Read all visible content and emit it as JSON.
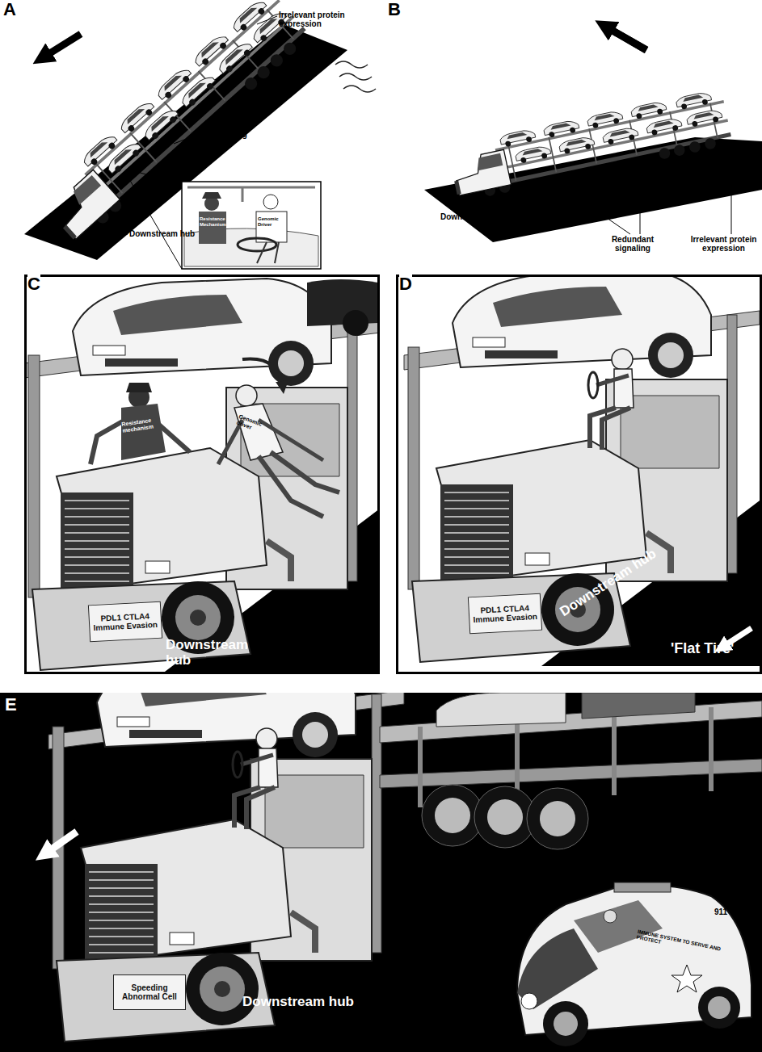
{
  "diagram": {
    "nodes": [
      {
        "text": [
          "PDL1 CTLA4 Immune Evasion"
        ]
      },
      {
        "text": [
          "PDL1 CTLA4 Immune Evasion"
        ]
      },
      {
        "text": [
          "Speeding Abnormal Cell"
        ]
      }
    ],
    "labels": [
      "A",
      "Irrelevant protein expression",
      "Redundant signaling",
      "Downstream hub",
      "Resistance Mechanism",
      "Genomic Driver",
      "B",
      "Downstream hub",
      "Redundant signaling",
      "Irrelevant protein expression",
      "C",
      "Resistance mechanism",
      "Genomic driver",
      "Downstream hub",
      "D",
      "Downstream hub",
      "'Flat Tire'",
      "E",
      "Downstream hub",
      "IMMUNE SYSTEM TO SERVE AND PROTECT",
      "911"
    ]
  }
}
